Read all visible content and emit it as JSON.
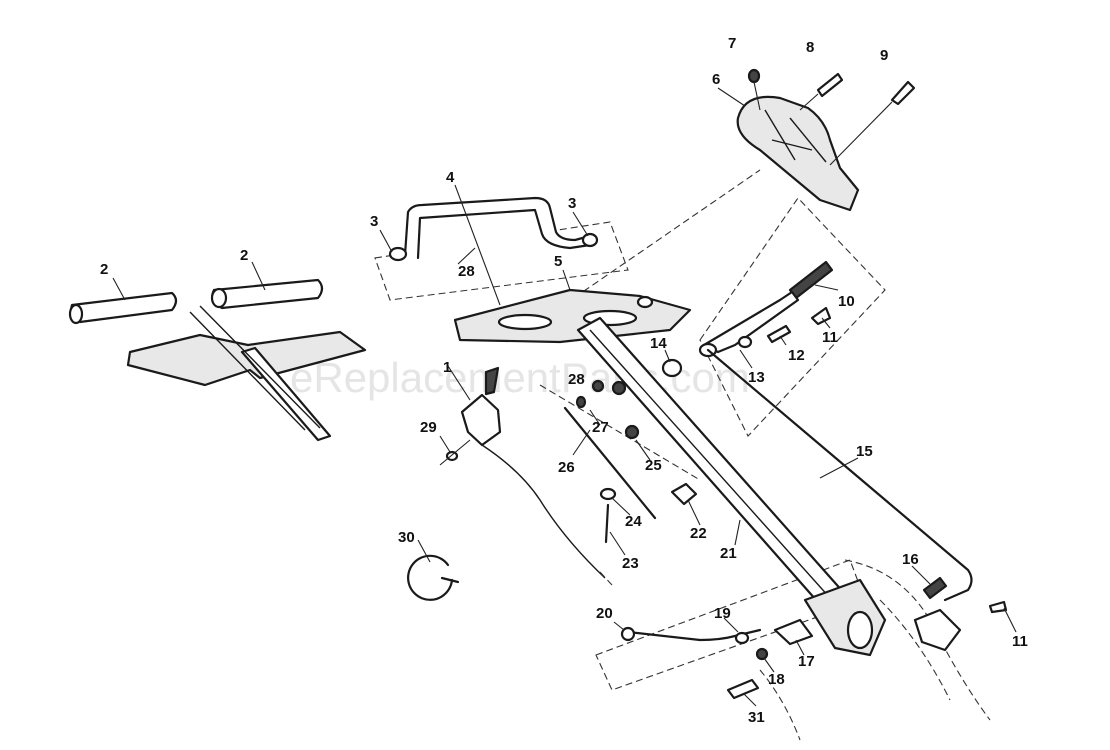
{
  "watermark": "eReplacementParts.com",
  "callouts": [
    {
      "id": "c1",
      "label": "1"
    },
    {
      "id": "c2a",
      "label": "2"
    },
    {
      "id": "c2b",
      "label": "2"
    },
    {
      "id": "c3a",
      "label": "3"
    },
    {
      "id": "c3b",
      "label": "3"
    },
    {
      "id": "c4",
      "label": "4"
    },
    {
      "id": "c5",
      "label": "5"
    },
    {
      "id": "c6",
      "label": "6"
    },
    {
      "id": "c7",
      "label": "7"
    },
    {
      "id": "c8",
      "label": "8"
    },
    {
      "id": "c9",
      "label": "9"
    },
    {
      "id": "c10",
      "label": "10"
    },
    {
      "id": "c11a",
      "label": "11"
    },
    {
      "id": "c11b",
      "label": "11"
    },
    {
      "id": "c12",
      "label": "12"
    },
    {
      "id": "c13",
      "label": "13"
    },
    {
      "id": "c14",
      "label": "14"
    },
    {
      "id": "c15",
      "label": "15"
    },
    {
      "id": "c16",
      "label": "16"
    },
    {
      "id": "c17",
      "label": "17"
    },
    {
      "id": "c18",
      "label": "18"
    },
    {
      "id": "c19",
      "label": "19"
    },
    {
      "id": "c20",
      "label": "20"
    },
    {
      "id": "c21",
      "label": "21"
    },
    {
      "id": "c22",
      "label": "22"
    },
    {
      "id": "c23",
      "label": "23"
    },
    {
      "id": "c24",
      "label": "24"
    },
    {
      "id": "c25",
      "label": "25"
    },
    {
      "id": "c26",
      "label": "26"
    },
    {
      "id": "c27",
      "label": "27"
    },
    {
      "id": "c28a",
      "label": "28"
    },
    {
      "id": "c28b",
      "label": "28"
    },
    {
      "id": "c29",
      "label": "29"
    },
    {
      "id": "c30",
      "label": "30"
    },
    {
      "id": "c31",
      "label": "31"
    }
  ]
}
